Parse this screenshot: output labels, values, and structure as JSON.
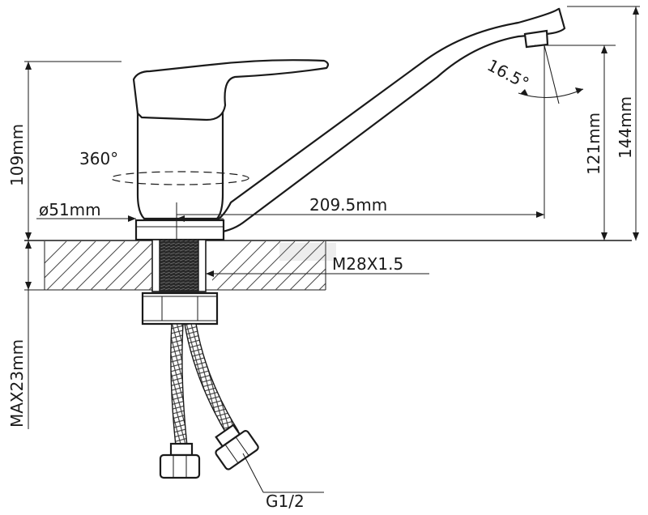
{
  "dimensions": {
    "rotation_angle": "360°",
    "base_diameter": "ø51mm",
    "spout_reach": "209.5mm",
    "thread": "M28X1.5",
    "spout_angle": "16.5°",
    "body_height": "109mm",
    "outlet_height": "121mm",
    "total_height": "144mm",
    "max_deck_thickness": "MAX23mm",
    "hose_connection": "G1/2"
  }
}
